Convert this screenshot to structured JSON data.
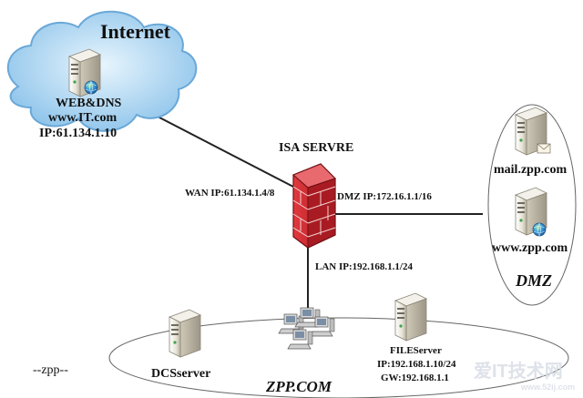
{
  "internet": {
    "title": "Internet",
    "server_name": "WEB&DNS",
    "server_domain": "www.IT.com",
    "server_ip": "IP:61.134.1.10"
  },
  "firewall": {
    "title": "ISA SERVRE",
    "wan_label": "WAN IP:61.134.1.4/8",
    "dmz_label": "DMZ IP:172.16.1.1/16",
    "lan_label": "LAN IP:192.168.1.1/24",
    "brick_color": "#c8232c"
  },
  "dmz": {
    "zone_label": "DMZ",
    "mail_server": "mail.zpp.com",
    "web_server": "www.zpp.com"
  },
  "lan": {
    "zone_label": "ZPP.COM",
    "dc_server": "DCSserver",
    "file_server_name": "FILEServer",
    "file_server_ip": "IP:192.168.1.10/24",
    "file_server_gw": "GW:192.168.1.1"
  },
  "footer": {
    "left_label": "--zpp--",
    "watermark": "爱IT技术网",
    "watermark_url": "www.52ij.com"
  },
  "colors": {
    "cloud_fill": "#a9d4f2",
    "cloud_edge": "#6aa8d8",
    "line": "#222222"
  }
}
